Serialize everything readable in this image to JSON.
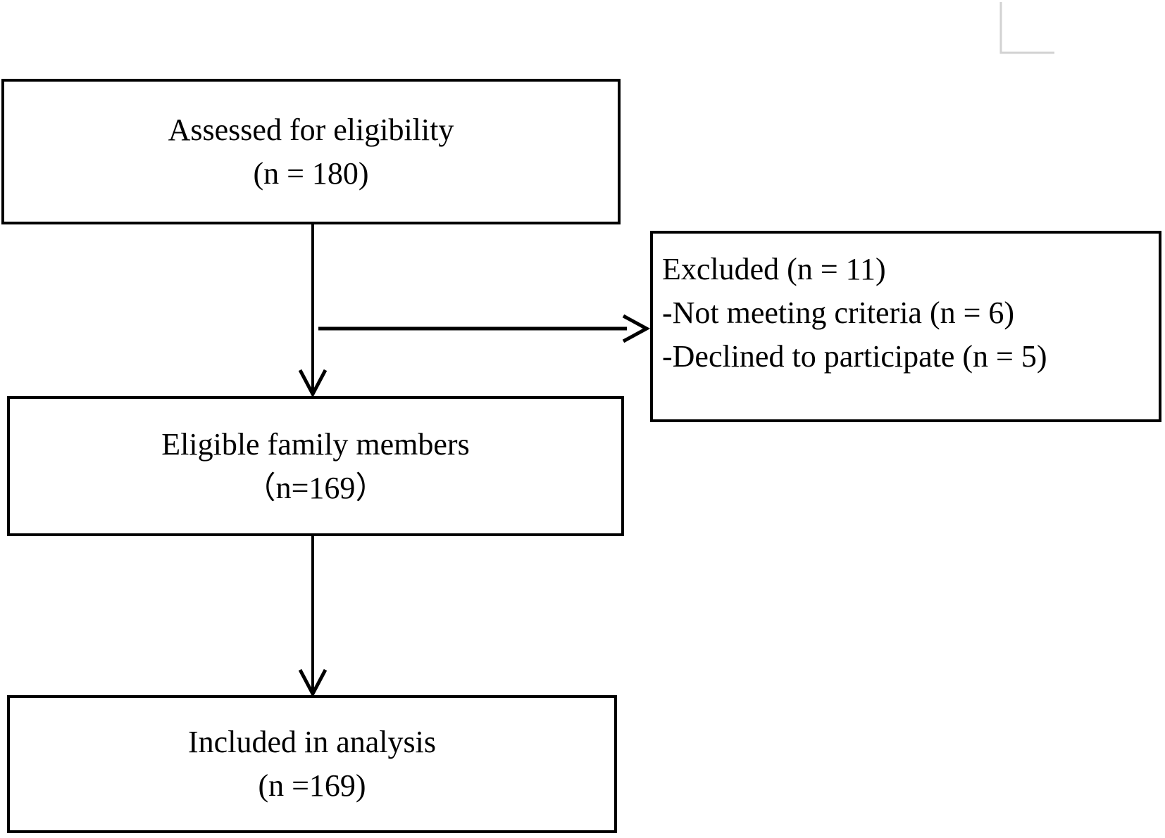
{
  "diagram": {
    "type": "flowchart",
    "description": "participant eligibility flow diagram",
    "colors": {
      "background": "#ffffff",
      "line": "#000000",
      "corner_mark": "#d2d2d2"
    },
    "boxes": {
      "assessed": {
        "lines": [
          "Assessed for eligibility",
          "(n = 180)"
        ]
      },
      "excluded": {
        "lines": [
          "Excluded (n = 11)",
          "-Not meeting criteria (n = 6)",
          "-Declined to participate (n = 5)"
        ]
      },
      "eligible": {
        "lines": [
          "Eligible family members",
          "（n=169）"
        ]
      },
      "included": {
        "lines": [
          "Included in analysis",
          "(n =169)"
        ]
      }
    }
  }
}
